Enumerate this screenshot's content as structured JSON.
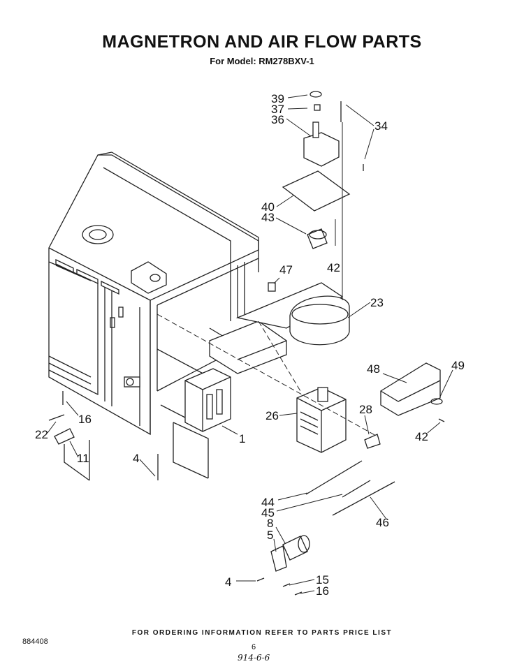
{
  "title": "MAGNETRON AND AIR FLOW PARTS",
  "subtitle": "For Model: RM278BXV-1",
  "callouts": [
    "39",
    "37",
    "36",
    "34",
    "40",
    "43",
    "42",
    "47",
    "23",
    "48",
    "49",
    "28",
    "26",
    "1",
    "16",
    "22",
    "11",
    "4",
    "42",
    "44",
    "45",
    "8",
    "5",
    "46",
    "4",
    "15",
    "16"
  ],
  "footer": "FOR ORDERING INFORMATION REFER TO PARTS PRICE LIST",
  "doc_number": "884408",
  "page_number": "6",
  "handwritten_note": "914-6-6"
}
